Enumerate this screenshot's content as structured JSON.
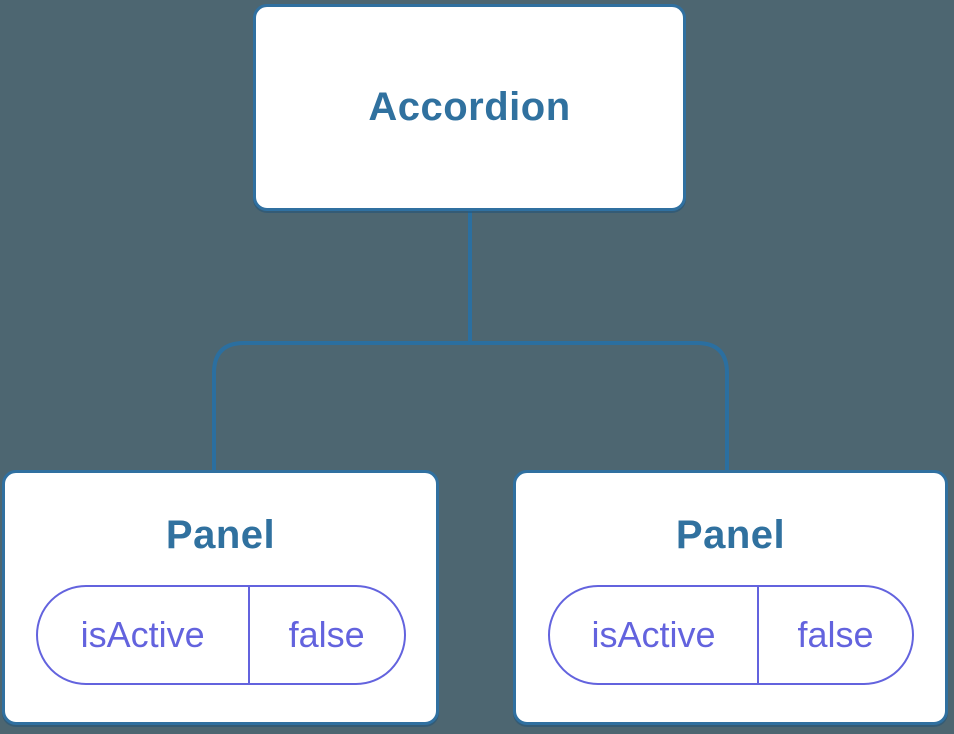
{
  "diagram": {
    "background_color": "#4d6671",
    "node_border_color": "#3070a0",
    "node_text_color": "#30719f",
    "connector_color": "#2b6fa0",
    "state_color": "#6363de",
    "root_node": {
      "label": "Accordion"
    },
    "panels": [
      {
        "label": "Panel",
        "state": {
          "name": "isActive",
          "value": "false"
        }
      },
      {
        "label": "Panel",
        "state": {
          "name": "isActive",
          "value": "false"
        }
      }
    ]
  }
}
